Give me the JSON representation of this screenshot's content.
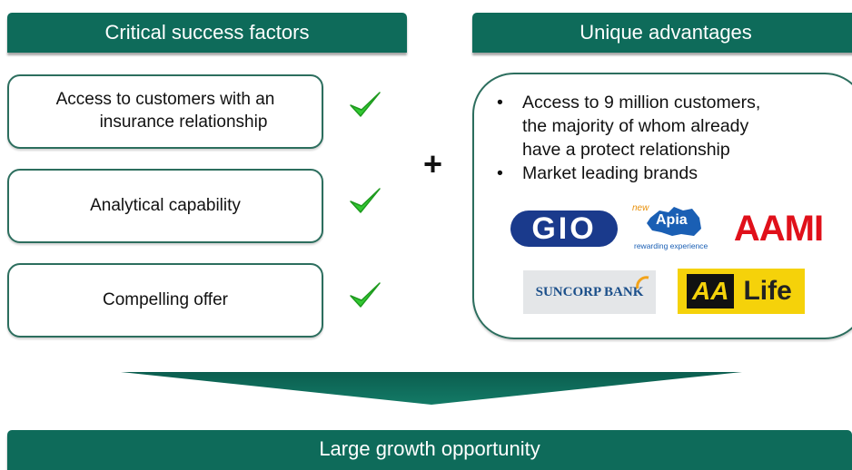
{
  "left_header": "Critical success factors",
  "right_header": "Unique advantages",
  "factors": [
    {
      "lines": [
        "Access to customers with an",
        "insurance relationship"
      ]
    },
    {
      "lines": [
        "Analytical capability"
      ]
    },
    {
      "lines": [
        "Compelling offer"
      ]
    }
  ],
  "check_icon": "check-icon",
  "plus": "+",
  "advantages": [
    {
      "lines": [
        "Access to 9 million customers,",
        "the majority of whom already",
        "have a protect relationship"
      ]
    },
    {
      "lines": [
        "Market leading brands"
      ]
    }
  ],
  "brands": {
    "gio": "GIO",
    "apia_tag": "new",
    "apia": "Apia",
    "apia_slogan": "rewarding experience",
    "aami": "AAMI",
    "suncorp": "SUNCORP BANK",
    "aa": "AA",
    "aa_life": "Life"
  },
  "footer": "Large growth opportunity",
  "colors": {
    "header_green": "#0e6b5a",
    "check_green": "#32c832",
    "gio_blue": "#1a3a8c",
    "aami_red": "#e0101a",
    "aa_yellow": "#f5d20a"
  }
}
